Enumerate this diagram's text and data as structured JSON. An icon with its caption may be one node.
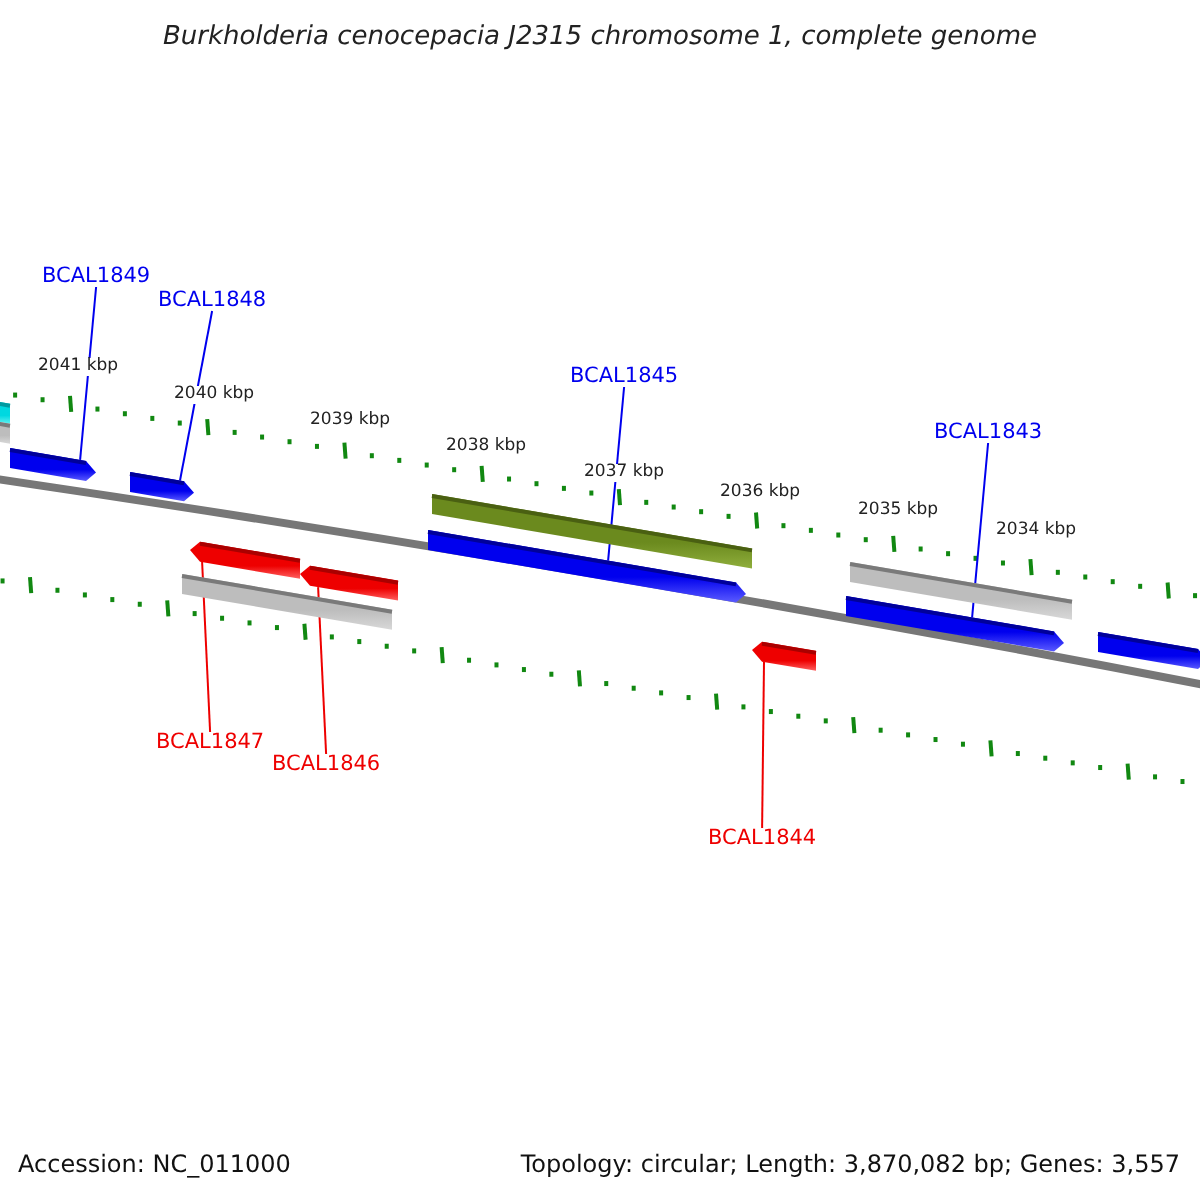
{
  "diagram": {
    "title": "Burkholderia cenocepacia J2315 chromosome 1, complete genome",
    "nodes": [
      {
        "text": [
          "BCAL1849"
        ]
      },
      {
        "text": [
          "BCAL1848"
        ]
      },
      {
        "text": [
          "BCAL1845"
        ]
      },
      {
        "text": [
          "BCAL1843"
        ]
      },
      {
        "text": [
          "BCAL1847"
        ]
      },
      {
        "text": [
          "BCAL1846"
        ]
      },
      {
        "text": [
          "BCAL1844"
        ]
      },
      {
        "text": [],
        "shape": "bar"
      },
      {
        "text": [],
        "shape": "bar"
      },
      {
        "text": [],
        "shape": "arrow"
      },
      {
        "text": [],
        "shape": "arrow"
      },
      {
        "text": [],
        "shape": "bar"
      },
      {
        "text": [],
        "shape": "arrow"
      },
      {
        "text": [],
        "shape": "arrow"
      },
      {
        "text": [],
        "shape": "arrow"
      },
      {
        "text": [],
        "shape": "bar"
      },
      {
        "text": [],
        "shape": "arrow"
      },
      {
        "text": [],
        "shape": "arrow"
      },
      {
        "text": [],
        "shape": "bar"
      },
      {
        "text": [],
        "shape": "arrow"
      }
    ],
    "edges": [
      {
        "from": 0,
        "to": 9,
        "arrow": "none"
      },
      {
        "from": 1,
        "to": 10,
        "arrow": "none"
      },
      {
        "from": 2,
        "to": 14,
        "arrow": "none"
      },
      {
        "from": 3,
        "to": 17,
        "arrow": "none"
      },
      {
        "from": 4,
        "to": 12,
        "arrow": "none",
        "color": "#ee0000"
      },
      {
        "from": 5,
        "to": 13,
        "arrow": "none",
        "color": "#ee0000"
      },
      {
        "from": 6,
        "to": 16,
        "arrow": "none",
        "color": "#ee0000"
      }
    ],
    "labels": [
      "2041 kbp",
      "2040 kbp",
      "2039 kbp",
      "2038 kbp",
      "2037 kbp",
      "2036 kbp",
      "2035 kbp",
      "2034 kbp",
      "Accession: NC_011000",
      "Topology: circular; Length: 3,870,082 bp; Genes: 3,557"
    ]
  }
}
